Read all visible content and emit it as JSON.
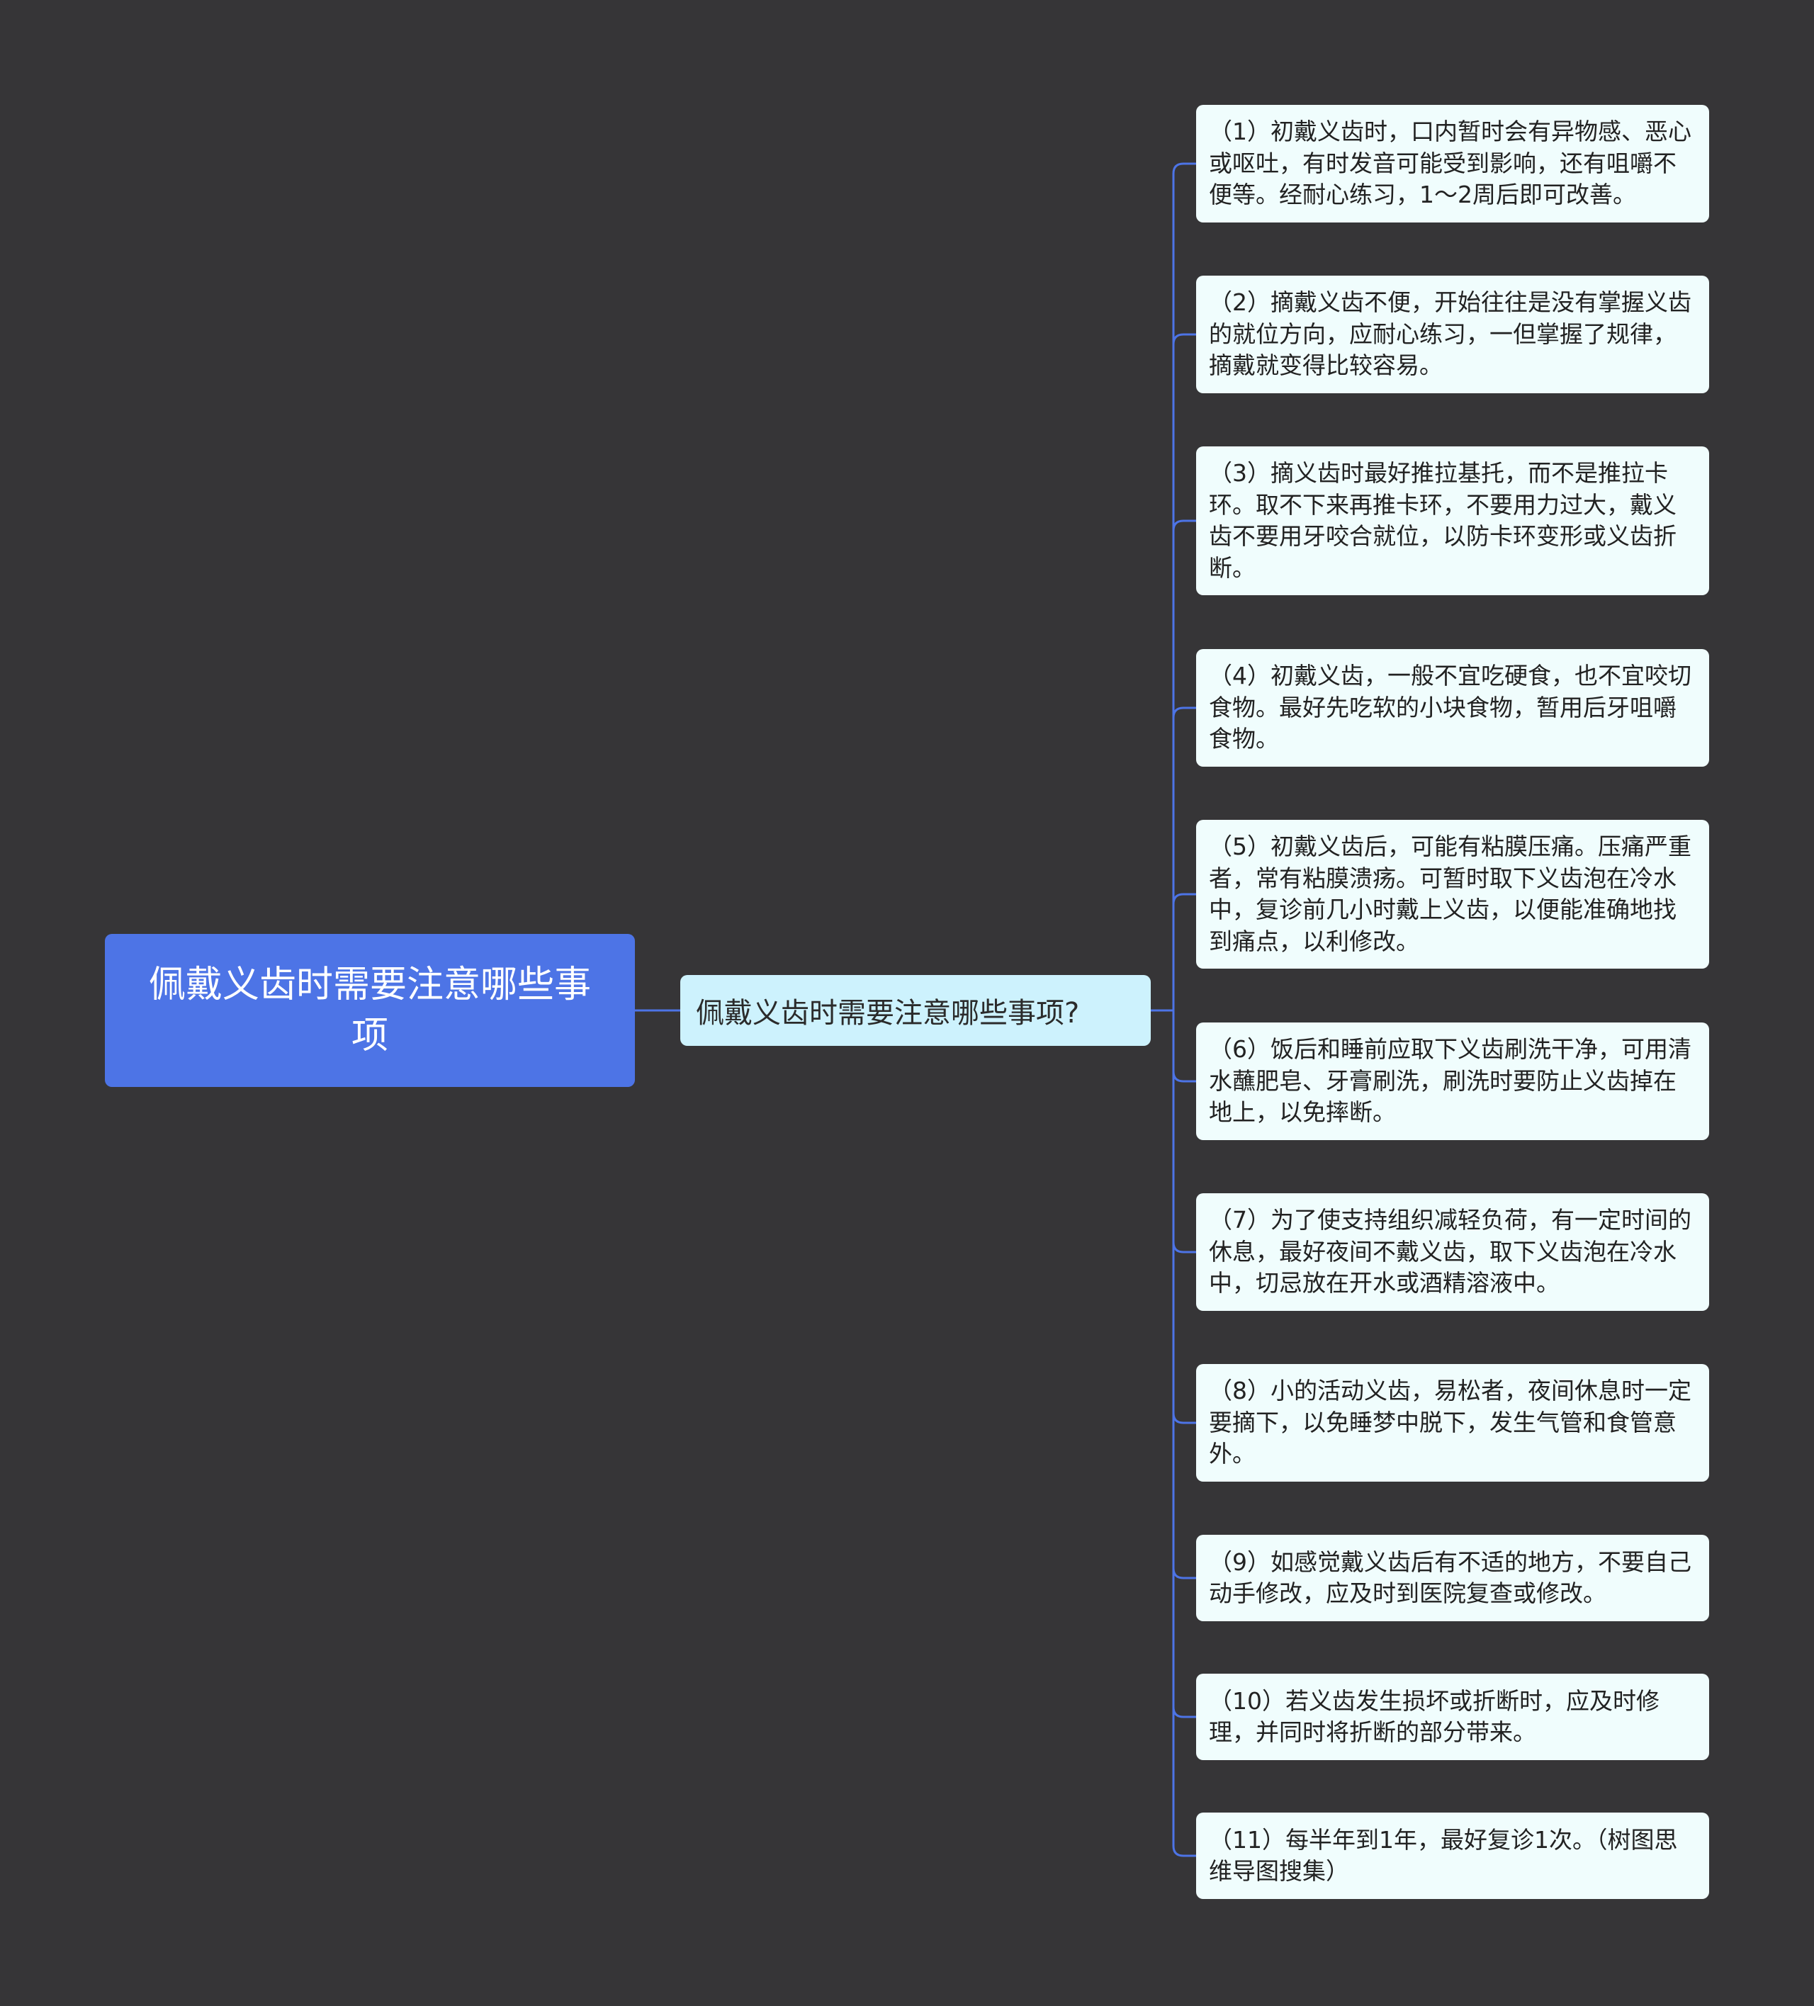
{
  "root": {
    "label": "佩戴义齿时需要注意哪些事项"
  },
  "branch": {
    "label": "佩戴义齿时需要注意哪些事项?"
  },
  "leaves": [
    "（1）初戴义齿时，口内暂时会有异物感、恶心或呕吐，有时发音可能受到影响，还有咀嚼不便等。经耐心练习，1～2周后即可改善。",
    "（2）摘戴义齿不便，开始往往是没有掌握义齿的就位方向，应耐心练习，一但掌握了规律，摘戴就变得比较容易。",
    "（3）摘义齿时最好推拉基托，而不是推拉卡环。取不下来再推卡环，不要用力过大，戴义齿不要用牙咬合就位，以防卡环变形或义齿折断。",
    "（4）初戴义齿，一般不宜吃硬食，也不宜咬切食物。最好先吃软的小块食物，暂用后牙咀嚼食物。",
    "（5）初戴义齿后，可能有粘膜压痛。压痛严重者，常有粘膜溃疡。可暂时取下义齿泡在冷水中，复诊前几小时戴上义齿，以便能准确地找到痛点，以利修改。",
    "（6）饭后和睡前应取下义齿刷洗干净，可用清水蘸肥皂、牙膏刷洗，刷洗时要防止义齿掉在地上，以免摔断。",
    "（7）为了使支持组织减轻负荷，有一定时间的休息，最好夜间不戴义齿，取下义齿泡在冷水中，切忌放在开水或酒精溶液中。",
    "（8）小的活动义齿，易松者，夜间休息时一定要摘下，以免睡梦中脱下，发生气管和食管意外。",
    "（9）如感觉戴义齿后有不适的地方，不要自己动手修改，应及时到医院复查或修改。",
    "（10）若义齿发生损坏或折断时，应及时修理，并同时将折断的部分带来。",
    "（11）每半年到1年，最好复诊1次。（树图思维导图搜集）"
  ],
  "colors": {
    "background": "#363537",
    "root": "#4d74e6",
    "branch": "#cdf2fd",
    "leaf": "#f0fdfd",
    "connector": "#4d74e6"
  }
}
